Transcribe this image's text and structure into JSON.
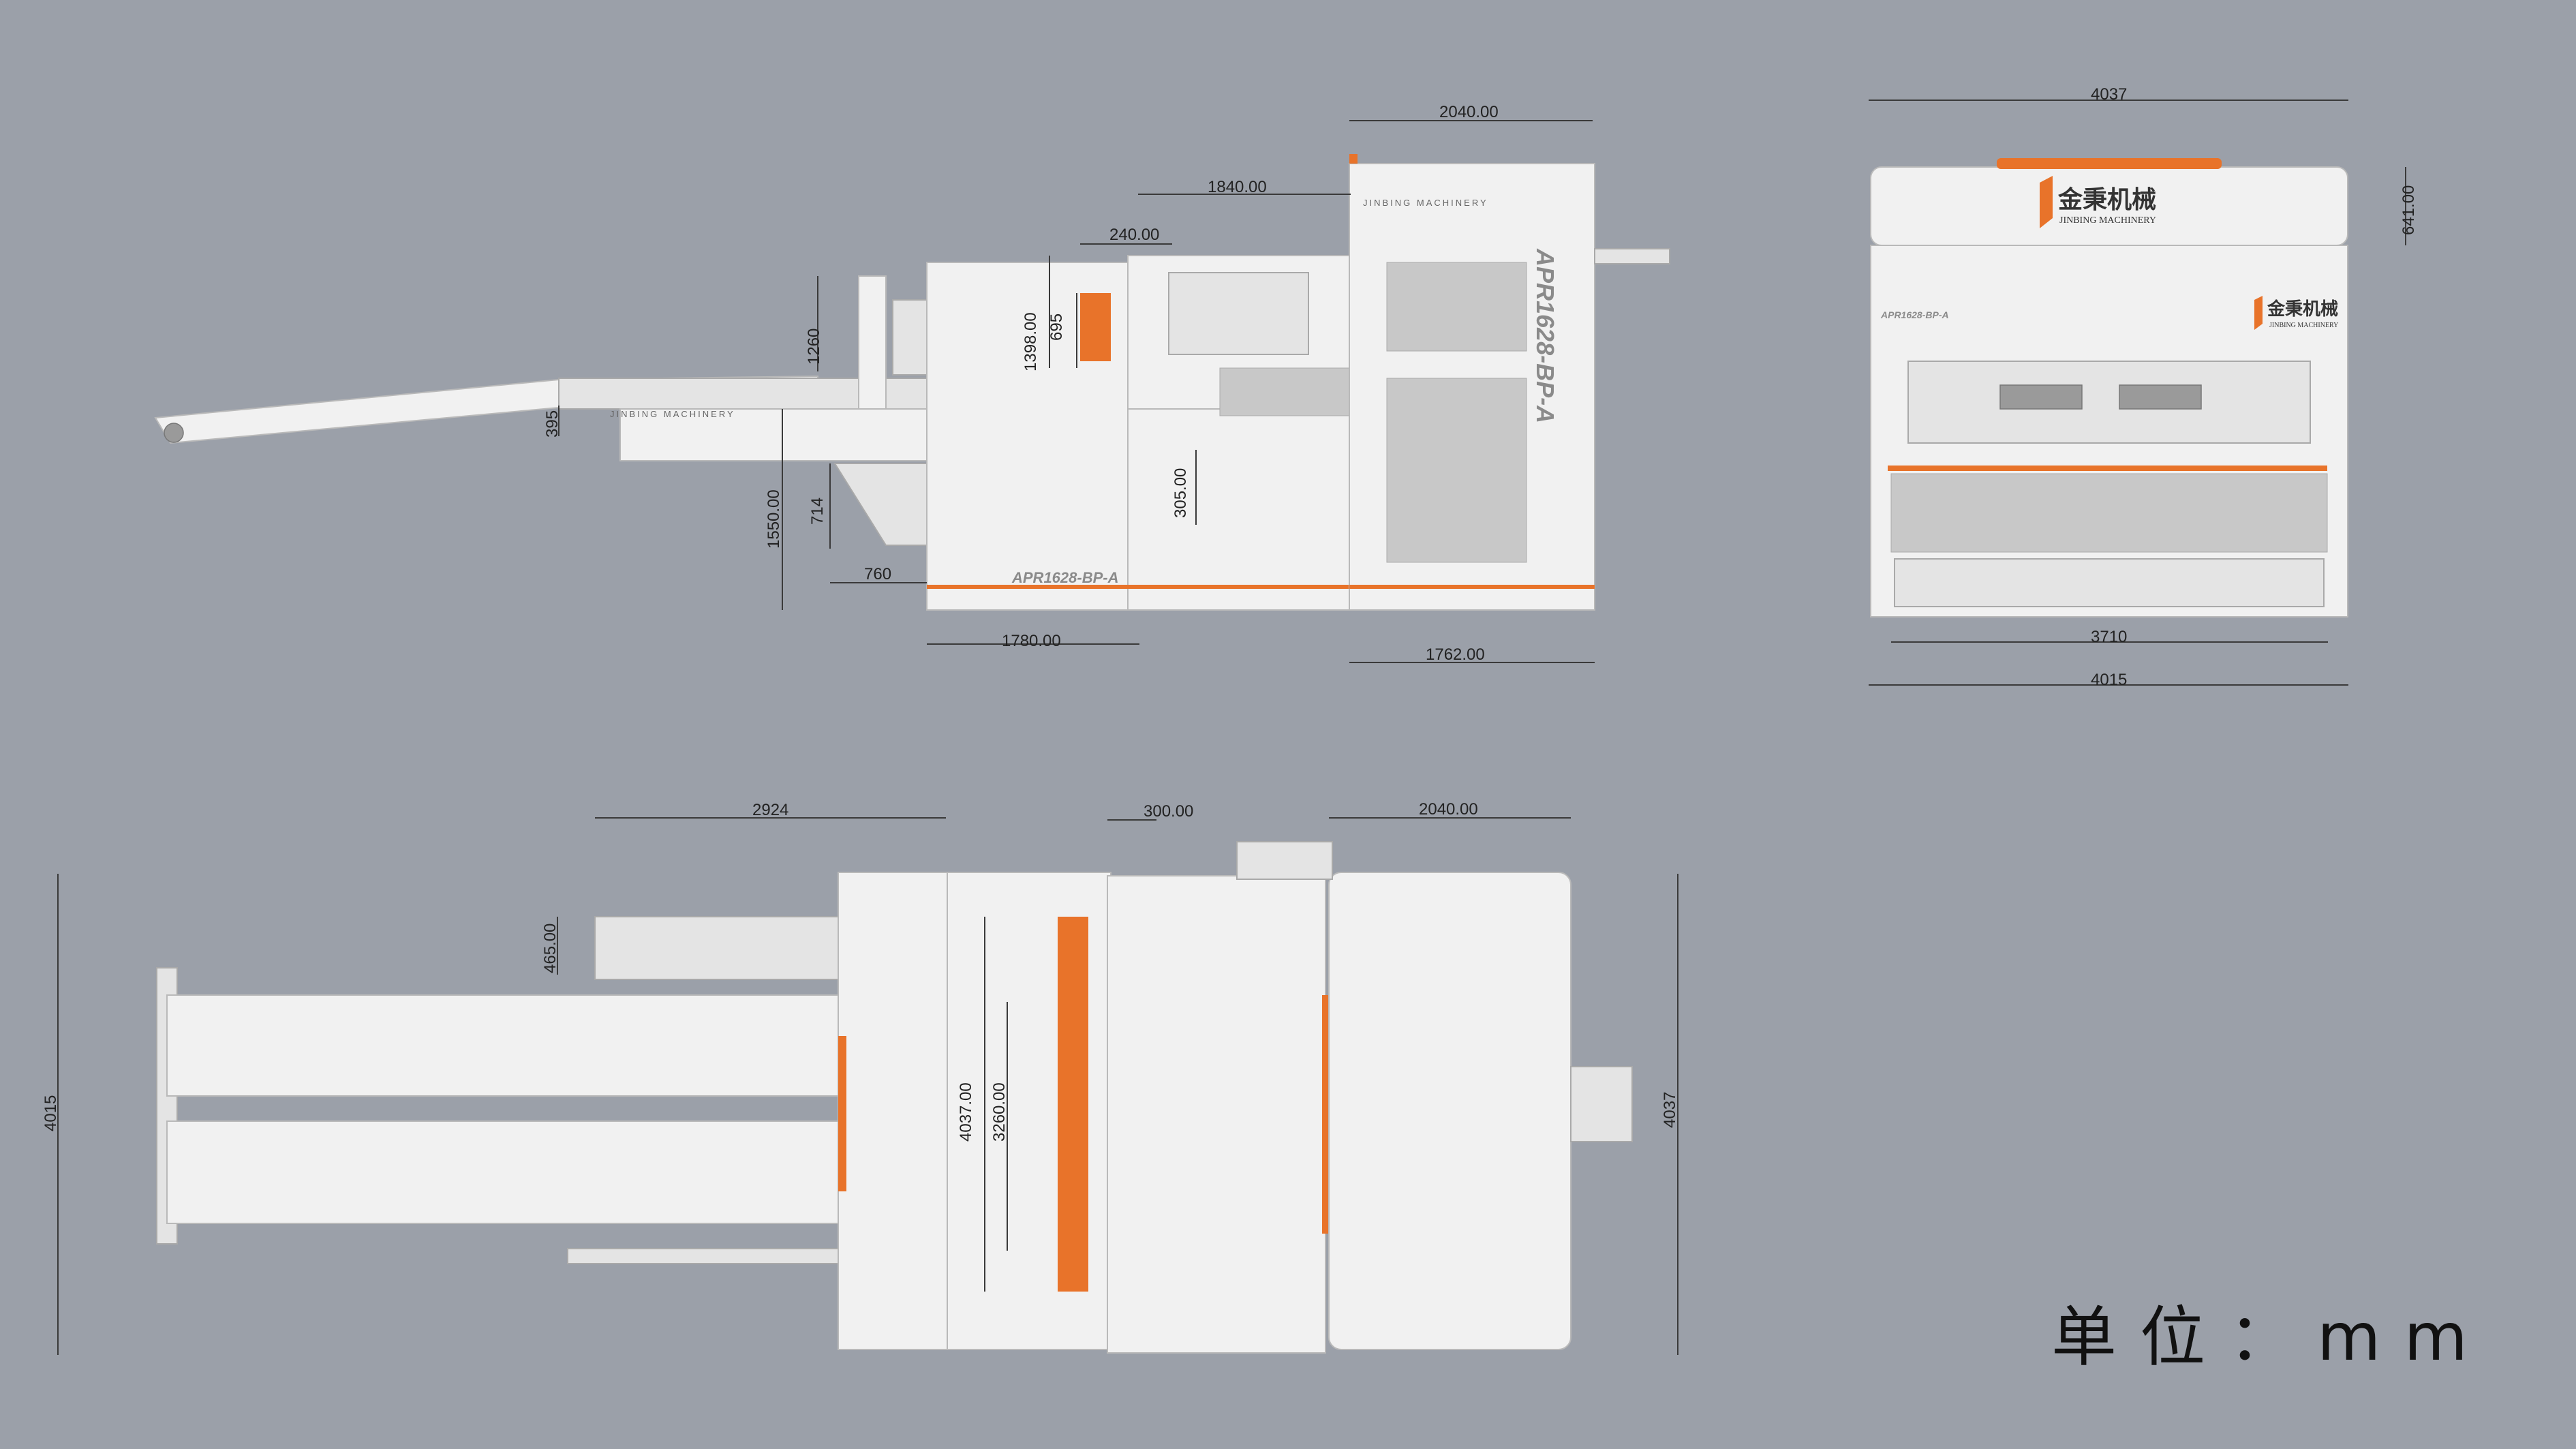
{
  "brand": {
    "name_cn": "金秉机械",
    "name_en": "JINBING MACHINERY",
    "plate_text": "JINBING MACHINERY",
    "accent_color": "#e8732a"
  },
  "model": {
    "vertical": "APR1628-BP-A",
    "side": "APR1628-BP-A",
    "front": "APR1628-BP-A"
  },
  "unit_label": "单位：mm",
  "side_view": {
    "d_2040": "2040.00",
    "d_1840": "1840.00",
    "d_240": "240.00",
    "d_1398": "1398.00",
    "d_695": "695",
    "d_1260": "1260",
    "d_395": "395",
    "d_1550": "1550.00",
    "d_714": "714",
    "d_760": "760",
    "d_305": "305.00",
    "d_1780": "1780.00",
    "d_1762": "1762.00"
  },
  "front_view": {
    "d_4037": "4037",
    "d_641": "641.00",
    "d_3710": "3710",
    "d_4015": "4015"
  },
  "top_view": {
    "d_2924": "2924",
    "d_300": "300.00",
    "d_2040": "2040.00",
    "d_465": "465.00",
    "d_4015": "4015",
    "d_4037a": "4037.00",
    "d_3260": "3260.00",
    "d_4037": "4037"
  }
}
